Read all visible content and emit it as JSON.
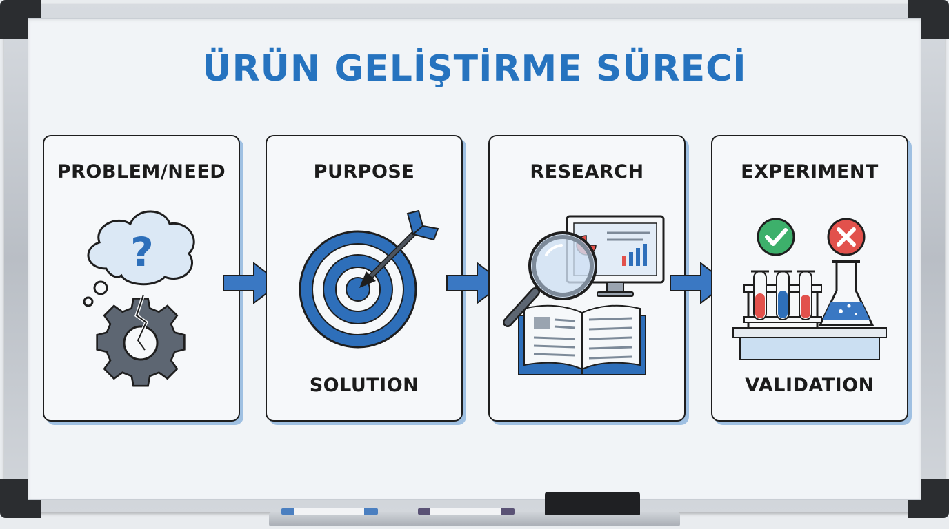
{
  "title": "ÜRÜN GELİŞTİRME SÜRECİ",
  "steps": [
    {
      "label": "PROBLEM/NEED",
      "icon": "thought-cloud-question-broken-gear-icon"
    },
    {
      "label": "PURPOSE",
      "bottom_label": "SOLUTION",
      "icon": "target-arrow-icon"
    },
    {
      "label": "RESEARCH",
      "icon": "magnifier-monitor-book-icon"
    },
    {
      "label": "EXPERIMENT",
      "bottom_label": "VALIDATION",
      "icon": "test-tubes-flask-check-cross-icon"
    }
  ],
  "colors": {
    "title": "#2673bf",
    "accent": "#3a78c3",
    "card_shadow": "#9fc0e2",
    "check": "#3db06b",
    "cross": "#e2514c"
  }
}
